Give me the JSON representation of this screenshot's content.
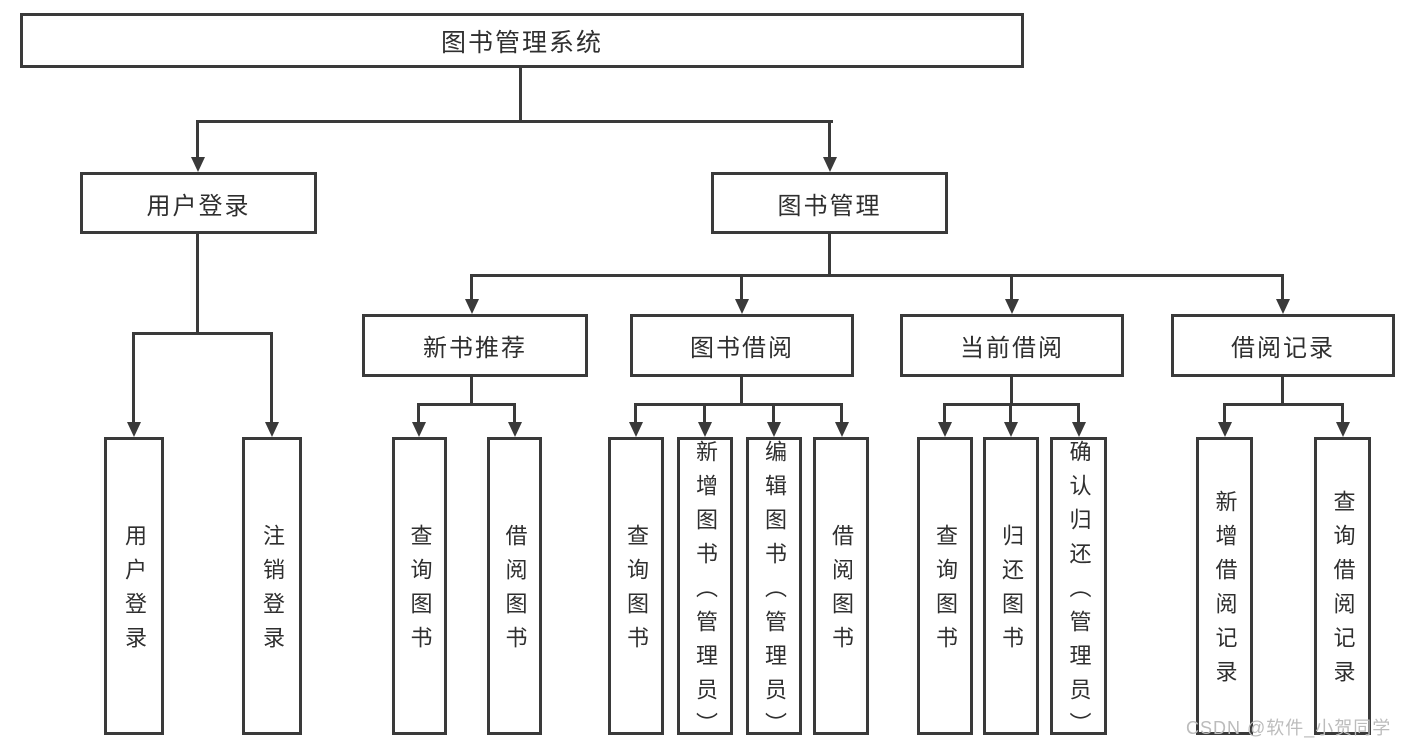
{
  "tree": {
    "root": "图书管理系统",
    "level2": [
      "用户登录",
      "图书管理"
    ],
    "level3": [
      "新书推荐",
      "图书借阅",
      "当前借阅",
      "借阅记录"
    ],
    "leaves": {
      "user_login": [
        "用户登录",
        "注销登录"
      ],
      "new_book": [
        "查询图书",
        "借阅图书"
      ],
      "book_borrow": [
        "查询图书",
        "新增图书（管理员）",
        "编辑图书（管理员）",
        "借阅图书"
      ],
      "current_borrow": [
        "查询图书",
        "归还图书",
        "确认归还（管理员）"
      ],
      "borrow_records": [
        "新增借阅记录",
        "查询借阅记录"
      ]
    }
  },
  "watermark": "CSDN @软件_小贺同学",
  "colors": {
    "line": "#3a3a3a",
    "text": "#2f2f2f",
    "watermark": "#bcbcbc",
    "background": "#ffffff"
  }
}
